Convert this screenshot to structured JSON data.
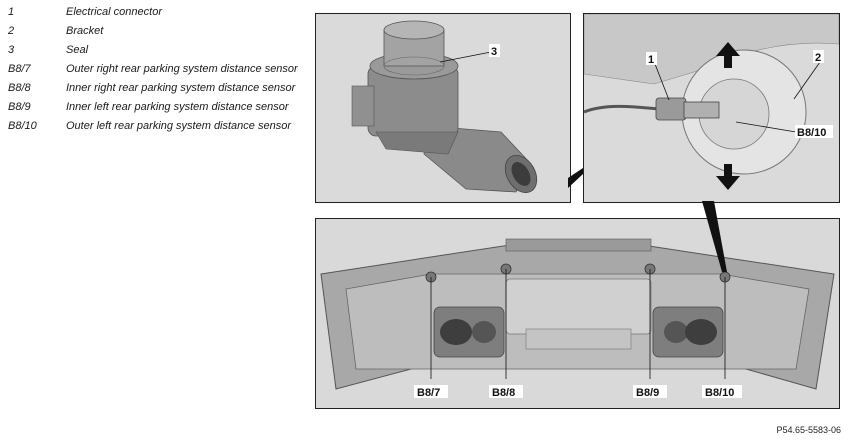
{
  "legend": [
    {
      "key": "1",
      "desc": "Electrical connector"
    },
    {
      "key": "2",
      "desc": "Bracket"
    },
    {
      "key": "3",
      "desc": "Seal"
    },
    {
      "key": "B8/7",
      "desc": "Outer right rear parking system distance sensor"
    },
    {
      "key": "B8/8",
      "desc": "Inner right rear parking system distance sensor"
    },
    {
      "key": "B8/9",
      "desc": "Inner left rear parking system distance sensor"
    },
    {
      "key": "B8/10",
      "desc": "Outer left rear parking system distance sensor"
    }
  ],
  "callouts": {
    "sensor_seal": "3",
    "detail_connector": "1",
    "detail_bracket": "2",
    "detail_sensor": "B8/10",
    "bumper_b87": "B8/7",
    "bumper_b88": "B8/8",
    "bumper_b89": "B8/9",
    "bumper_b810": "B8/10"
  },
  "figure_code": "P54.65-5583-06"
}
